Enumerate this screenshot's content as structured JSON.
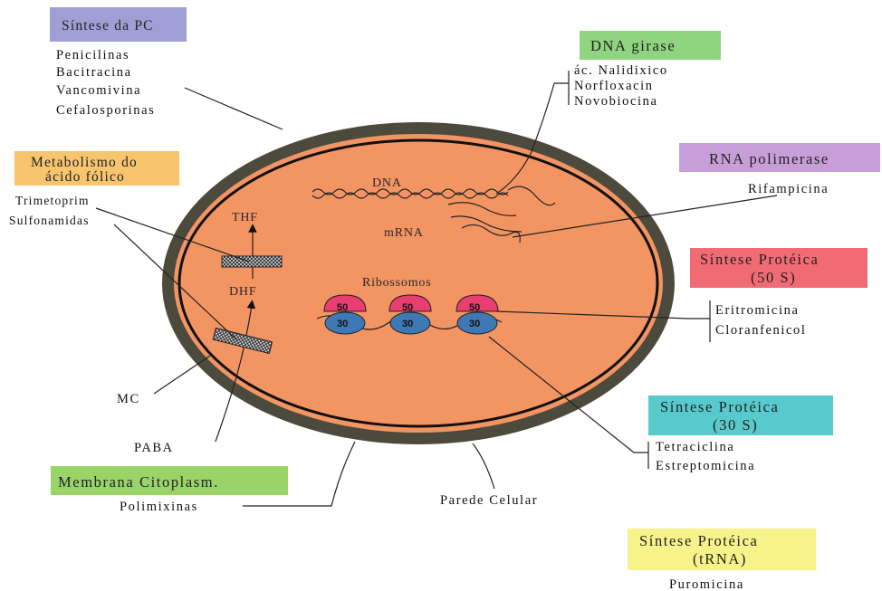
{
  "boxes": {
    "sintese_pc": {
      "title": "Síntese da PC",
      "color": "#9f9fd6"
    },
    "dna_girase": {
      "title": "DNA girase",
      "color": "#8fd47e"
    },
    "rna_polimerase": {
      "title": "RNA polimerase",
      "color": "#c79ed8"
    },
    "metabolismo": {
      "title_line1": "Metabolismo do",
      "title_line2": "ácido fólico",
      "color": "#f6c56e"
    },
    "sintese_50s": {
      "title_line1": "Síntese Protéica",
      "title_line2": "(50 S)",
      "color": "#f16b74"
    },
    "sintese_30s": {
      "title_line1": "Síntese Protéica",
      "title_line2": "(30 S)",
      "color": "#58c9cc"
    },
    "membrana": {
      "title": "Membrana Citoplasm.",
      "color": "#9ad468"
    },
    "sintese_trna": {
      "title_line1": "Síntese Protéica",
      "title_line2": "(tRNA)",
      "color": "#f7f28a"
    }
  },
  "drugs": {
    "sintese_pc": [
      "Penicilinas",
      "Bacitracina",
      "Vancomivina",
      "Cefalosporinas"
    ],
    "dna_girase": [
      "ác. Nalidixico",
      "Norfloxacin",
      "Novobiocina"
    ],
    "rna_polimerase": [
      "Rifampicina"
    ],
    "metabolismo": [
      "Trimetoprim",
      "Sulfonamidas"
    ],
    "sintese_50s": [
      "Eritromicina",
      "Cloranfenicol"
    ],
    "sintese_30s": [
      "Tetraciclina",
      "Estreptomicina"
    ],
    "membrana": [
      "Polimixinas"
    ],
    "sintese_trna": [
      "Puromicina"
    ]
  },
  "cell_labels": {
    "dna": "DNA",
    "mrna": "mRNA",
    "ribossomos": "Ribossomos",
    "thf": "THF",
    "dhf": "DHF",
    "mc": "MC",
    "paba": "PABA",
    "parede": "Parede Celular"
  },
  "ribosome": {
    "large": "50",
    "small": "30",
    "large_color": "#e83e72",
    "small_color": "#3e79b5"
  },
  "colors": {
    "wall": "#4c4a3c",
    "cytoplasm": "#f39463",
    "membrane": "#111111"
  }
}
